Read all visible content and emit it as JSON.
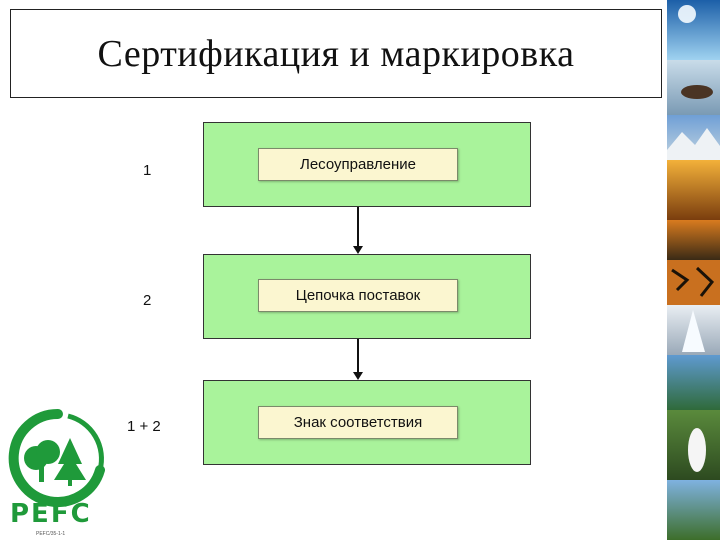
{
  "slide": {
    "title": "Сертификация и маркировка"
  },
  "steps": [
    {
      "number": "1",
      "label": "Лесоуправление"
    },
    {
      "number": "2",
      "label": "Цепочка поставок"
    },
    {
      "number": "1 + 2",
      "label": "Знак соответствия"
    }
  ],
  "logo": {
    "text": "PEFC",
    "subtext": "PEFC/35-1-1",
    "color": "#1f9a3a"
  },
  "colors": {
    "box_fill": "#a9f39b",
    "label_fill": "#fbf6d0"
  }
}
